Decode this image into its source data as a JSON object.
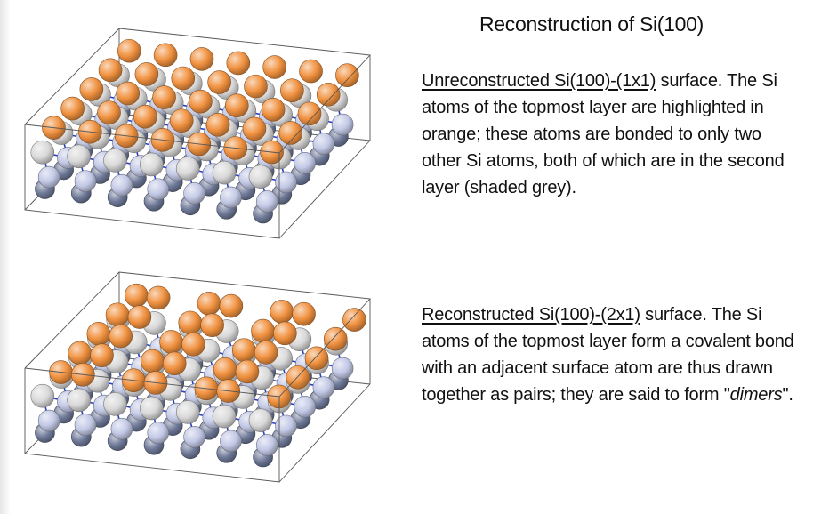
{
  "title": "Reconstruction of Si(100)",
  "unreconstructed": {
    "term": "Unreconstructed Si(100)-(1x1)",
    "after_term": " surface. The Si atoms of the topmost layer are highlighted in orange; these atoms are bonded to only two other Si atoms, both of which are in the second layer (shaded grey)."
  },
  "reconstructed": {
    "term": "Reconstructed Si(100)-(2x1)",
    "after_term": " surface. The Si atoms of the topmost layer form a covalent bond with an adjacent surface atom are thus drawn together as pairs; they are said to form \"",
    "emphasis": "dimers",
    "tail": "\"."
  },
  "colors": {
    "top_layer_atom": "#f0913f",
    "second_layer_atom": "#d9d9d9",
    "lower_layer_atom": "#c3c9e6",
    "deep_layer_atom": "#6f7a99",
    "bond_accent": "#2a3fc9"
  }
}
